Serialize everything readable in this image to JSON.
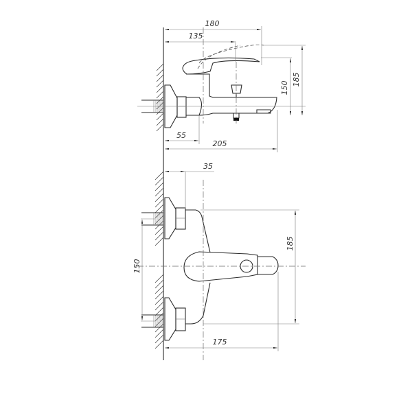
{
  "drawing": {
    "title": "Bath mixer technical drawing",
    "side_view": {
      "dimensions": {
        "top_overall": "180",
        "top_handle": "135",
        "height_spout": "150",
        "height_overall": "185",
        "wall_to_nut": "55",
        "total_length": "205"
      }
    },
    "front_view": {
      "dimensions": {
        "wall_to_center": "35",
        "height_overall": "185",
        "inlet_spacing": "150",
        "total_width": "175"
      }
    }
  }
}
